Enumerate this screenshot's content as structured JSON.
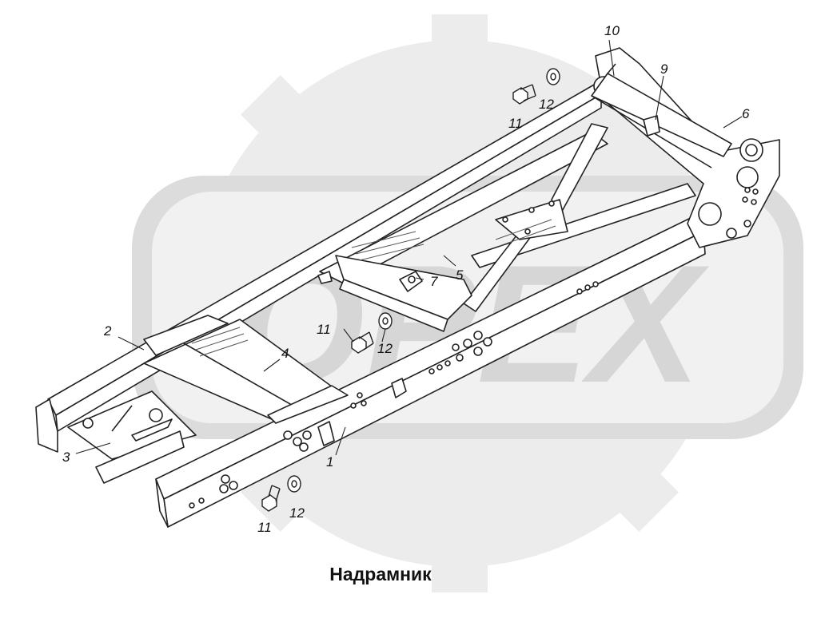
{
  "caption": "Надрамник",
  "watermark": {
    "text": "ОРЕХ",
    "gear_color": "#e9e9e9",
    "text_color": "#dedede"
  },
  "colors": {
    "line": "#222222",
    "hatch": "#555555"
  },
  "callouts": {
    "c1": "1",
    "c2": "2",
    "c3": "3",
    "c4": "4",
    "c5": "5",
    "c6": "6",
    "c7": "7",
    "c9": "9",
    "c10": "10",
    "c11a": "11",
    "c12a": "12",
    "c11b": "11",
    "c12b": "12",
    "c11c": "11",
    "c12c": "12"
  }
}
